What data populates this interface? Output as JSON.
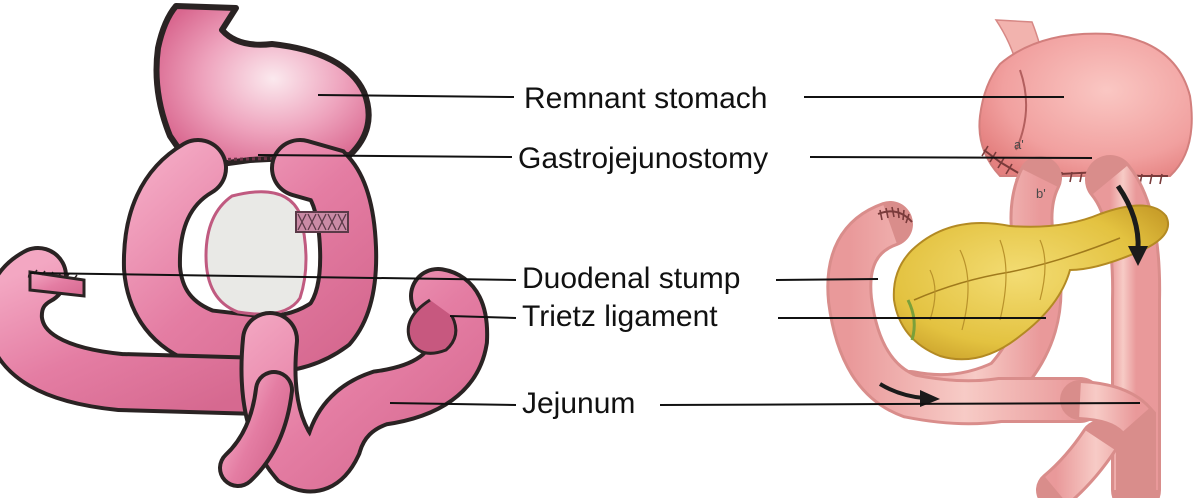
{
  "labels": {
    "remnant_stomach": "Remnant stomach",
    "gastrojejunostomy": "Gastrojejunostomy",
    "duodenal_stump": "Duodenal stump",
    "trietz_ligament": "Trietz ligament",
    "jejunum": "Jejunum"
  },
  "illustration_letters": {
    "a": "a'",
    "b": "b'"
  },
  "colors": {
    "sketch_pink": "#e27fa4",
    "sketch_outline": "#2a2323",
    "bowel_pink": "#f1b5b0",
    "stomach_pink": "#f3a9a7",
    "pancreas_yellow": "#e8c94a",
    "leader_line": "#111111",
    "arrow": "#1b1b1b"
  }
}
